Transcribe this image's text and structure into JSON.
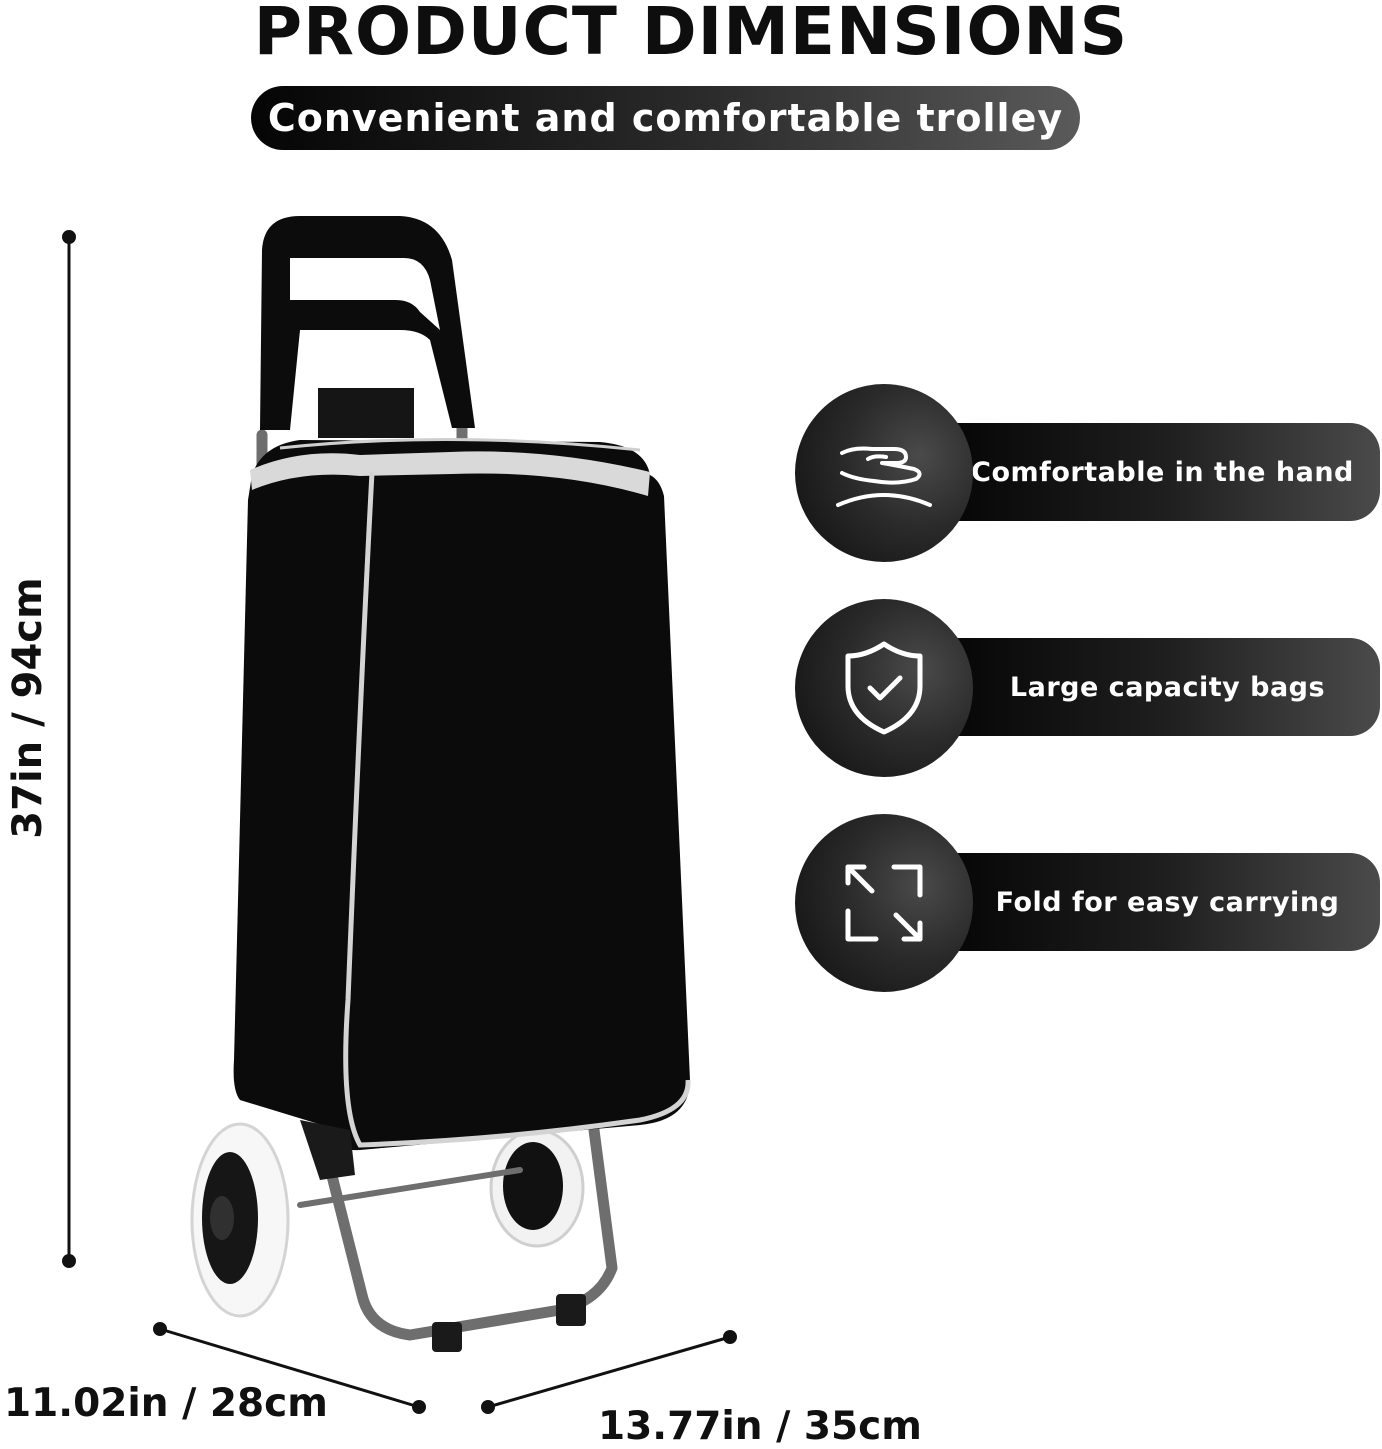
{
  "header": {
    "title": "PRODUCT DIMENSIONS",
    "subtitle": "Convenient and comfortable trolley"
  },
  "dimensions": {
    "height": "37in / 94cm",
    "depth": "11.02in / 28cm",
    "width": "13.77in / 35cm"
  },
  "features": [
    {
      "label": "Comfortable in the hand",
      "icon": "hand-icon"
    },
    {
      "label": "Large capacity bags",
      "icon": "shield-check-icon"
    },
    {
      "label": "Fold for easy carrying",
      "icon": "expand-arrows-icon"
    }
  ],
  "colors": {
    "accent": "#000000",
    "text": "#ffffff",
    "trim": "#d8d8d8"
  }
}
